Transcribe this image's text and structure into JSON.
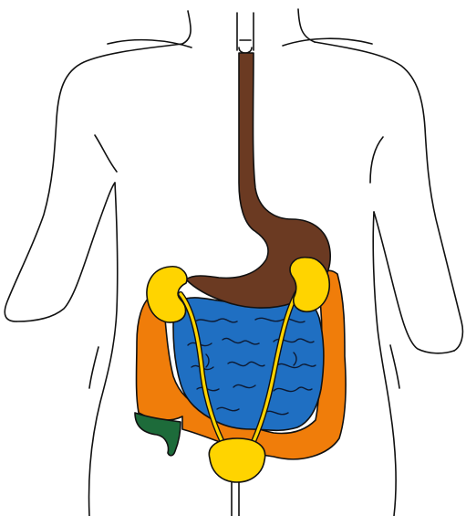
{
  "organs": [
    {
      "name": "esophagus",
      "color": "#6b3a22"
    },
    {
      "name": "stomach",
      "color": "#6b3a22"
    },
    {
      "name": "kidneys",
      "color": "#ffd400"
    },
    {
      "name": "ureters",
      "color": "#ffd400"
    },
    {
      "name": "bladder",
      "color": "#ffd400"
    },
    {
      "name": "small-intestine",
      "color": "#1f6fc2"
    },
    {
      "name": "large-intestine",
      "color": "#f07d0a"
    },
    {
      "name": "cecum-appendix",
      "color": "#1d6b3a"
    }
  ],
  "colors": {
    "outline": "#111111",
    "background": "#ffffff"
  }
}
